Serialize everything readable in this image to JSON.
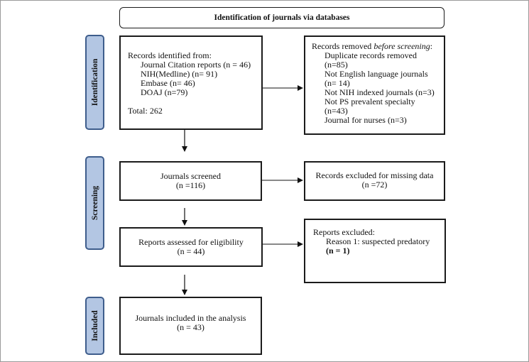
{
  "header": {
    "title": "Identification of journals via databases"
  },
  "stages": {
    "identification": "Identification",
    "screening": "Screening",
    "included": "Included"
  },
  "identified": {
    "heading": "Records identified from:",
    "sources": [
      "Journal Citation reports (n = 46)",
      "NIH(Medline) (n= 91)",
      "Embase (n= 46)",
      "DOAJ (n=79)"
    ],
    "total": "Total: 262"
  },
  "removed": {
    "heading_prefix": "Records removed ",
    "heading_italic": "before screening",
    "heading_suffix": ":",
    "items": [
      "Duplicate records removed",
      "(n=85)",
      "Not English language journals",
      "(n= 14)",
      "Not NIH indexed journals (n=3)",
      "Not PS prevalent specialty",
      "(n=43)",
      "Journal for nurses (n=3)"
    ]
  },
  "screened": {
    "label": "Journals screened",
    "count": "(n =116)"
  },
  "excluded_missing": {
    "label": "Records excluded for missing data",
    "count": "(n =72)"
  },
  "assessed": {
    "label": "Reports assessed for eligibility",
    "count": "(n = 44)"
  },
  "excluded_reports": {
    "heading": "Reports excluded:",
    "reason": "Reason 1: suspected predatory",
    "count": "(n = 1)"
  },
  "included": {
    "label": "Journals included in the analysis",
    "count": "(n = 43)"
  }
}
